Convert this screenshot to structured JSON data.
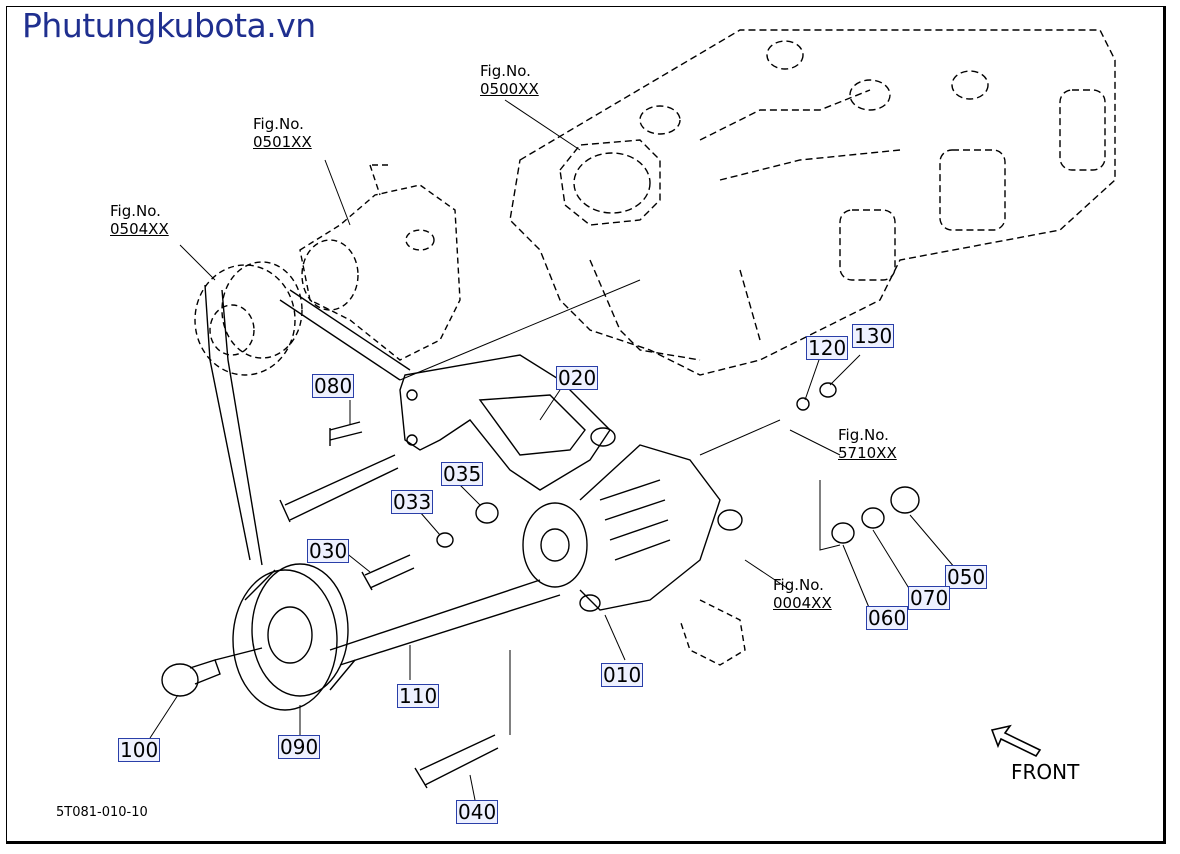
{
  "site": {
    "watermark": "Phutungkubota.vn"
  },
  "diagram": {
    "code": "5T081-010-10",
    "front_label": "FRONT",
    "fig_refs": [
      {
        "label": "Fig.No.",
        "number": "0500XX"
      },
      {
        "label": "Fig.No.",
        "number": "0501XX"
      },
      {
        "label": "Fig.No.",
        "number": "0504XX"
      },
      {
        "label": "Fig.No.",
        "number": "5710XX"
      },
      {
        "label": "Fig.No.",
        "number": "0004XX"
      }
    ],
    "parts": [
      "010",
      "020",
      "030",
      "033",
      "035",
      "040",
      "050",
      "060",
      "070",
      "080",
      "090",
      "100",
      "110",
      "120",
      "130"
    ]
  }
}
